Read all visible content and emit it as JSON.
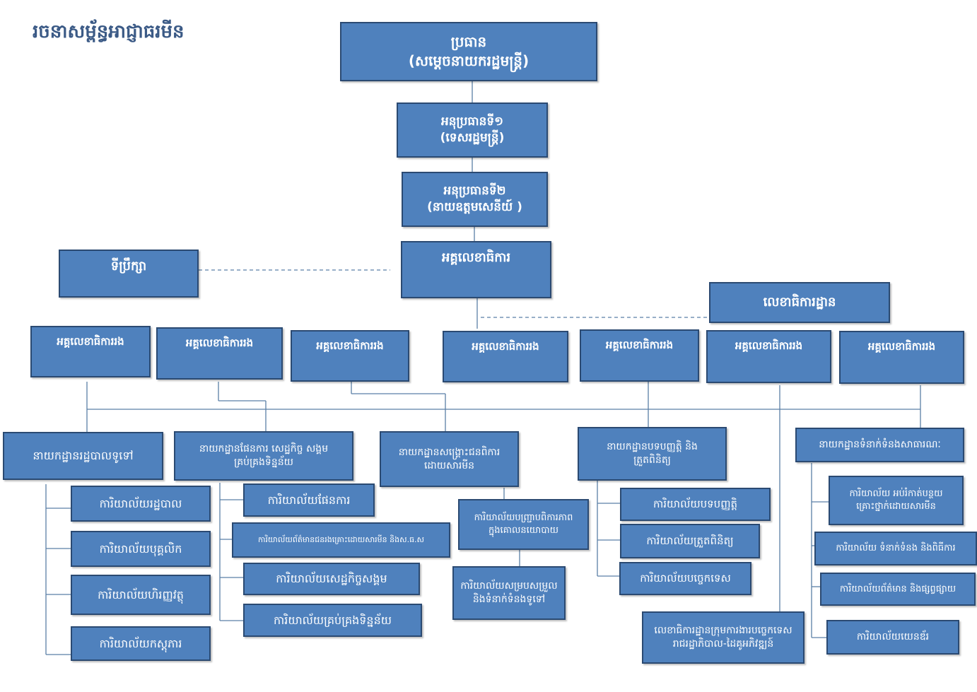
{
  "title": "រចនាសម្ព័ន្ធអាជ្ញាធរមីន",
  "president": {
    "line1": "ប្រធាន",
    "line2": "(សម្តេចនាយករដ្ឋមន្ត្រី)"
  },
  "vp1": {
    "line1": "អនុប្រធានទី១",
    "line2": "(ទេសរដ្ឋមន្ត្រី)"
  },
  "vp2": {
    "line1": "អនុប្រធានទី២",
    "line2": "(នាយឧត្តមសេនីយ៍ )"
  },
  "advisor": {
    "label": "ទីប្រឹក្សា"
  },
  "secretary_general": {
    "label": "អគ្គលេខាធិការ"
  },
  "permanent_secretary": {
    "label": "លេខាធិការដ្ឋាន"
  },
  "deputy_secretaries": [
    "អគ្គលេខាធិការរង",
    "អគ្គលេខាធិការរង",
    "អគ្គលេខាធិការរង",
    "អគ្គលេខាធិការរង",
    "អគ្គលេខាធិការរង",
    "អគ្គលេខាធិការរង",
    "អគ្គលេខាធិការរង"
  ],
  "departments": {
    "admin": {
      "label": "នាយកដ្ឋានរដ្ឋបាលទូទៅ",
      "offices": [
        "ការិយាល័យរដ្ឋបាល",
        "ការិយាល័យបុគ្គលិក",
        "ការិយាល័យហិរញ្ញវត្ថុ",
        "ការិយាល័យកស្ដុភារ"
      ]
    },
    "planning": {
      "label_line1": "នាយកដ្ឋានផែនការ សេដ្ឋកិច្ច សង្គម",
      "label_line2": "គ្រប់គ្រងទិន្នន័យ",
      "offices": [
        "ការិយាល័យផែនការ",
        "ការិយាល័យព័ត៌មានជនរងគ្រោះដោយសារមីន និងស.ធ.ស",
        "ការិយាល័យសេដ្ឋកិច្ចសង្គម",
        "ការិយាល័យគ្រប់គ្រងទិន្នន័យ"
      ]
    },
    "victim": {
      "label_line1": "នាយកដ្ឋានសង្គ្រោះជនពិការ",
      "label_line2": "ដោយសារមីន",
      "office1_line1": "ការិយាល័យបញ្រ្ជាបពិការភាព",
      "office1_line2": "ក្នុងគោលនយោបាយ",
      "office2_line1": "ការិយាល័យសម្របសម្រួល",
      "office2_line2": "និងទំនាក់ទំនងទូទៅ"
    },
    "regulation": {
      "label_line1": "នាយកដ្ឋានបទបញ្ញត្តិ និង",
      "label_line2": "ត្រួតពិនិត្យ",
      "offices": [
        "ការិយាល័យបទបញ្ញត្តិ",
        "ការិយាល័យត្រួតពិនិត្យ",
        "ការិយាល័យបច្ចេកទេស"
      ]
    },
    "public_relations": {
      "label": "នាយកដ្ឋានទំនាក់ទំនងសាធារណៈ",
      "office1_line1": "ការិយាល័យ អប់រំកាត់បន្ថយ",
      "office1_line2": "គ្រោះថ្នាក់ដោយសារមីន",
      "offices": [
        "ការិយាល័យ ទំនាក់ទំនង និងពិធីការ",
        "ការិយាល័យព័ត៌មាន និងផ្សព្វផ្សាយ",
        "ការិយាល័យយេនឌ័រ"
      ]
    },
    "forum": {
      "label_line1": "លេខាធិការដ្ឋានក្រុមការងារបច្ចេកទេស",
      "label_line2": "រាជរដ្ឋាភិបាល-ដៃគូអភិវឌ្ឍន៍"
    }
  },
  "colors": {
    "box_fill": "#4f81bd",
    "box_border": "#2b4a72",
    "title_text": "#3b5a86",
    "line": "#5b7fa6"
  }
}
